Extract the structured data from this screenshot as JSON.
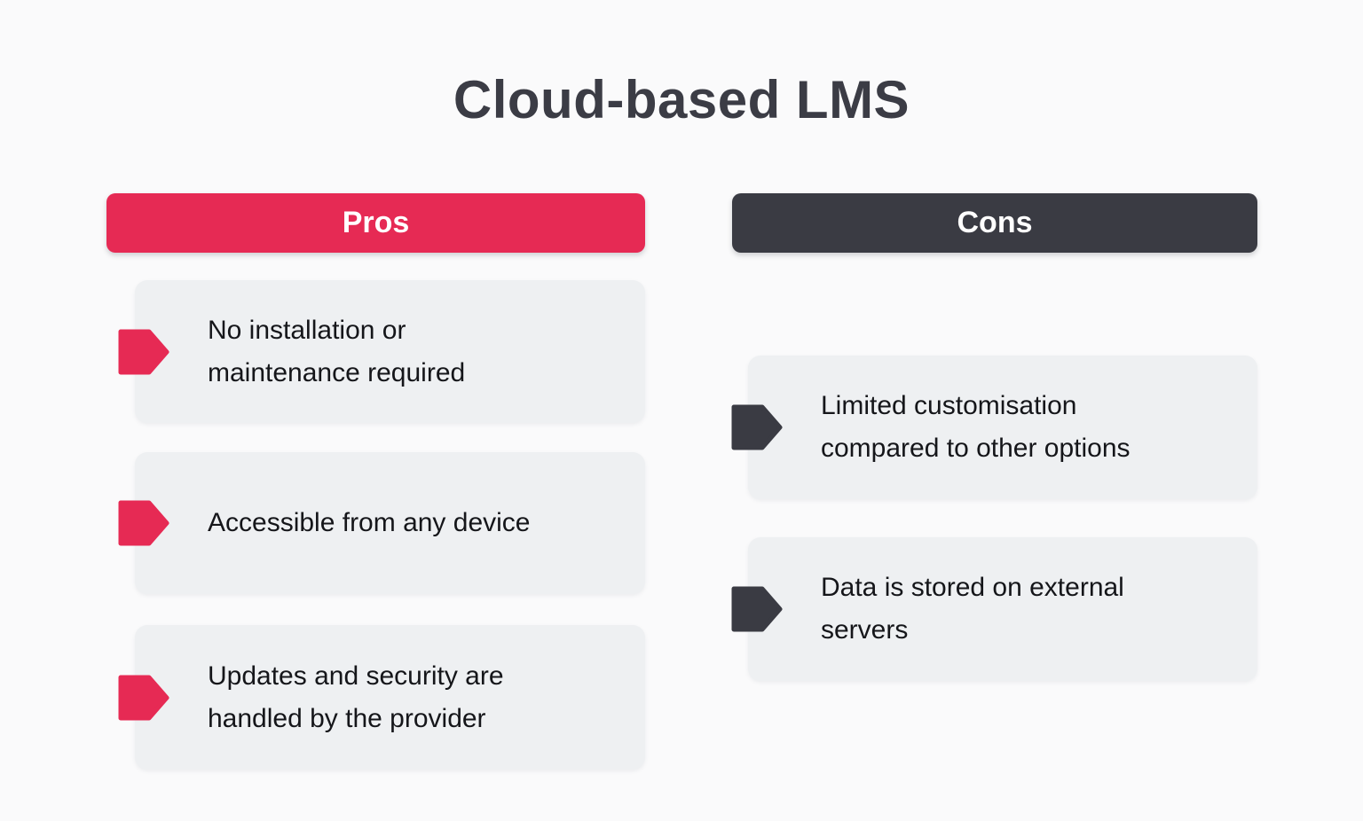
{
  "title": {
    "text": "Cloud-based LMS",
    "color": "#3B3C45"
  },
  "page_background": "#FAFAFB",
  "card_background": "#EEF0F2",
  "columns": [
    {
      "id": "pros",
      "header": {
        "label": "Pros",
        "background": "#E62A54",
        "text_color": "#FFFFFF"
      },
      "accent": "#E62A54",
      "items": [
        {
          "text": "No installation or\nmaintenance required"
        },
        {
          "text": "Accessible from any device"
        },
        {
          "text": "Updates and security are\nhandled by the provider"
        }
      ]
    },
    {
      "id": "cons",
      "header": {
        "label": "Cons",
        "background": "#3A3B43",
        "text_color": "#FFFFFF"
      },
      "accent": "#3A3B43",
      "items": [
        {
          "text": "Limited customisation\ncompared to other options"
        },
        {
          "text": "Data is stored on external\nservers"
        }
      ]
    }
  ]
}
